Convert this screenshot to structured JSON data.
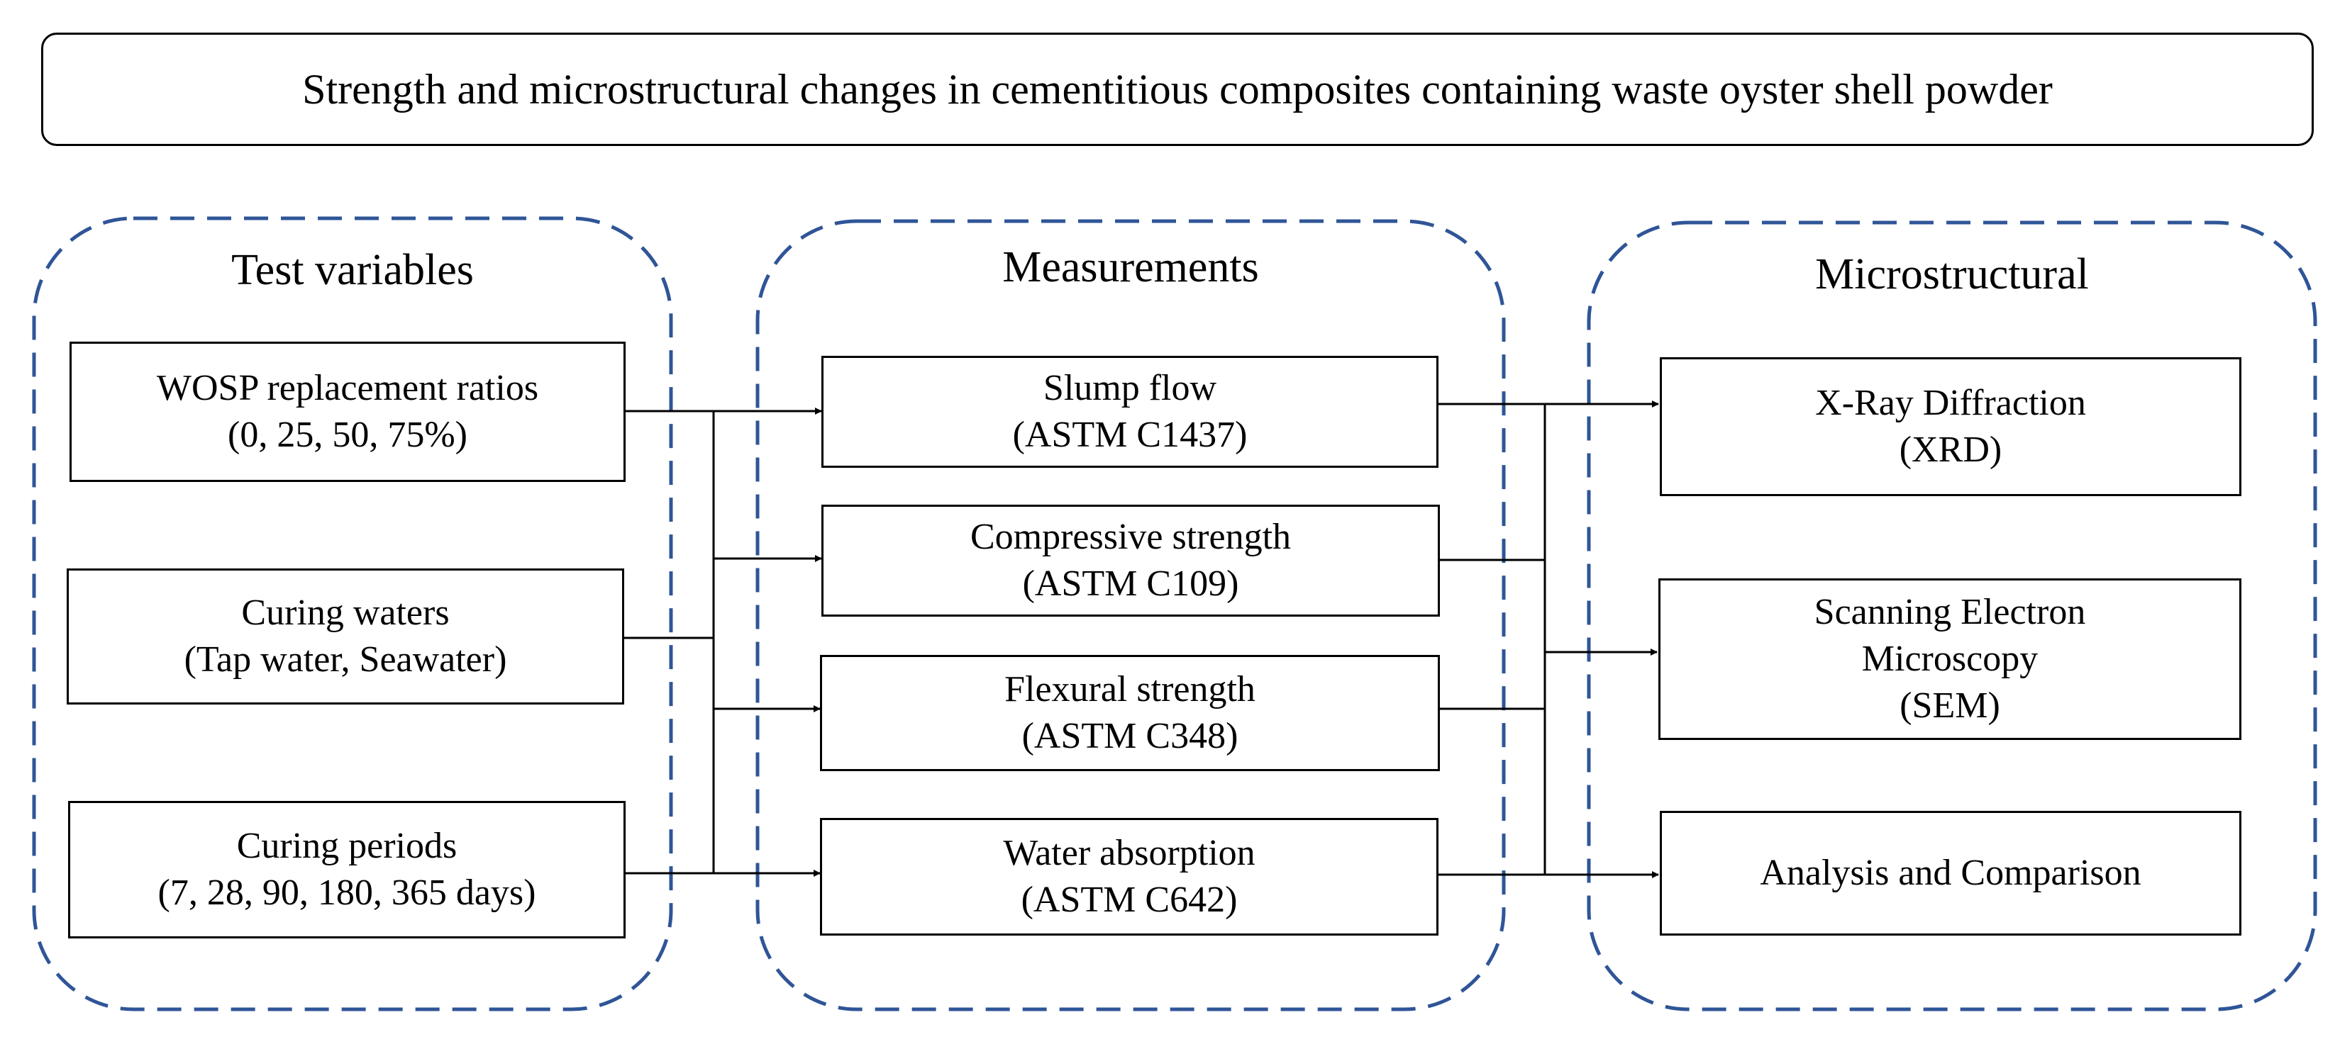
{
  "title": "Strength and microstructural changes in cementitious composites containing waste oyster shell powder",
  "colors": {
    "group_border": "#2f5597",
    "box_border": "#000000",
    "text": "#000000"
  },
  "groups": [
    {
      "title": "Test variables"
    },
    {
      "title": "Measurements"
    },
    {
      "title": "Microstructural"
    }
  ],
  "test_variables": [
    {
      "line1": "WOSP replacement ratios",
      "line2": "(0, 25, 50, 75%)"
    },
    {
      "line1": "Curing waters",
      "line2": "(Tap water, Seawater)"
    },
    {
      "line1": "Curing periods",
      "line2": "(7, 28, 90, 180, 365 days)"
    }
  ],
  "measurements": [
    {
      "line1": "Slump flow",
      "line2": "(ASTM C1437)"
    },
    {
      "line1": "Compressive strength",
      "line2": "(ASTM C109)"
    },
    {
      "line1": "Flexural strength",
      "line2": "(ASTM C348)"
    },
    {
      "line1": "Water absorption",
      "line2": "(ASTM C642)"
    }
  ],
  "microstructural": [
    {
      "line1": "X-Ray Diffraction",
      "line2": "(XRD)"
    },
    {
      "line1": "Scanning Electron",
      "line2": "Microscopy",
      "line3": "(SEM)"
    },
    {
      "line1": "Analysis and Comparison"
    }
  ]
}
